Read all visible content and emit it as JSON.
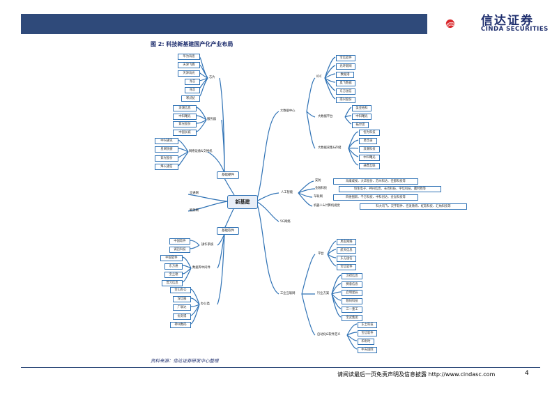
{
  "report": {
    "logo_cn": "信达证券",
    "logo_en": "CINDA SECURITIES",
    "figure_title": "图 2:  科技新基建国产化产业布局",
    "source": "资料来源：信达证券研发中心整理",
    "disclaimer": "请阅读最后一页免责声明及信息披露 http://www.cindasc.com",
    "page_number": "4"
  },
  "mindmap": {
    "center": "新基建",
    "hardware": {
      "label": "基础硬件",
      "chips": {
        "label": "芯片",
        "items": [
          "华为海思",
          "天津飞腾",
          "天津海光",
          "龙芯",
          "兆芯",
          "寒武纪"
        ]
      },
      "servers": {
        "label": "服务器",
        "items": [
          "浪潮信息",
          "中科曙光",
          "紫光股份",
          "中国长城"
        ]
      },
      "network": {
        "label": "网络设备&交换机",
        "items": [
          "中兴通讯",
          "星网锐捷",
          "紫光股份",
          "烽火通信"
        ]
      }
    },
    "industrial_net": "交通网",
    "energy_net": "能源网",
    "software": {
      "label": "基础软件",
      "os": {
        "label": "操作系统",
        "items": [
          "中国软件",
          "诚迈科技"
        ]
      },
      "middleware": {
        "label": "数据库中间件",
        "items": [
          "中国软件",
          "东方通",
          "宝兰德",
          "普元信息"
        ]
      },
      "office": {
        "label": "办公类",
        "items": [
          "金山办公",
          "深信服",
          "广联达",
          "优刻得",
          "神州数码"
        ]
      }
    },
    "datacenter": {
      "label": "大数据中心",
      "idc": {
        "label": "IDC",
        "items": [
          "宝信软件",
          "光环新网",
          "数据港",
          "奥飞数据",
          "东方国信",
          "南兴股份"
        ]
      },
      "platform": {
        "label": "大数据平台",
        "items": [
          "美亚柏科",
          "中科曙光",
          "拓尔思"
        ]
      },
      "storage": {
        "label": "大数据采集&存储",
        "items": [
          "恒为科技",
          "易华录",
          "浪潮科技",
          "中科曙光",
          "通鼎互联"
        ]
      }
    },
    "ai": {
      "label": "人工智能",
      "rows": [
        {
          "label": "安防",
          "value": "海康威视、大华股份、苏州科达、佳都科技等"
        },
        {
          "label": "金融科技",
          "value": "恒生电子、神州信息、长亮科技、宇信科技、赢时胜等"
        },
        {
          "label": "车联网",
          "value": "四维图新、千方科技、中科创达、金溢科技等"
        },
        {
          "label": "机器人&计算机视觉",
          "value": "科大讯飞、汉字软件、佳发教育、虹软科技、汇纳科技等"
        }
      ]
    },
    "fiveg": "5G网络",
    "iiot": {
      "label": "工业互联网",
      "platform": {
        "label": "平台",
        "items": [
          "用友网络",
          "航天信息",
          "东方国信",
          "宝信软件"
        ]
      },
      "solution": {
        "label": "行业方案",
        "items": [
          "汉得信息",
          "赛意信息",
          "启明星辰",
          "数码科技",
          "三一重工",
          "宝武集团"
        ]
      },
      "automation": {
        "label": "自动化&软件定义",
        "items": [
          "东土科技",
          "宝信软件",
          "和利时",
          "中天国际"
        ]
      }
    }
  }
}
